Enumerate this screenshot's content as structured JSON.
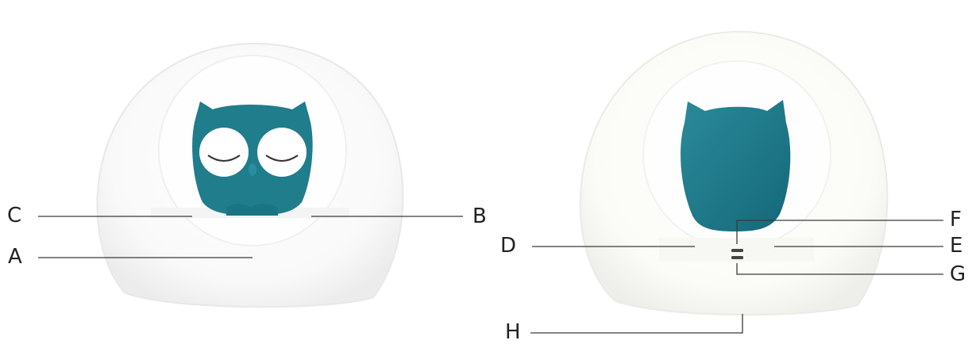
{
  "figure": {
    "left_view": {
      "callouts": [
        "C",
        "B",
        "A"
      ]
    },
    "right_view": {
      "callouts": [
        "F",
        "D",
        "E",
        "G",
        "H"
      ]
    }
  },
  "colors": {
    "owl": "#1e7d8c",
    "owl_dark": "#176b78",
    "shell": "#f6f6f6",
    "shell_edge": "#e6e6e6",
    "line": "#3a3a3a"
  },
  "labels": {
    "a": "A",
    "b": "B",
    "c": "C",
    "d": "D",
    "e": "E",
    "f": "F",
    "g": "G",
    "h": "H"
  }
}
